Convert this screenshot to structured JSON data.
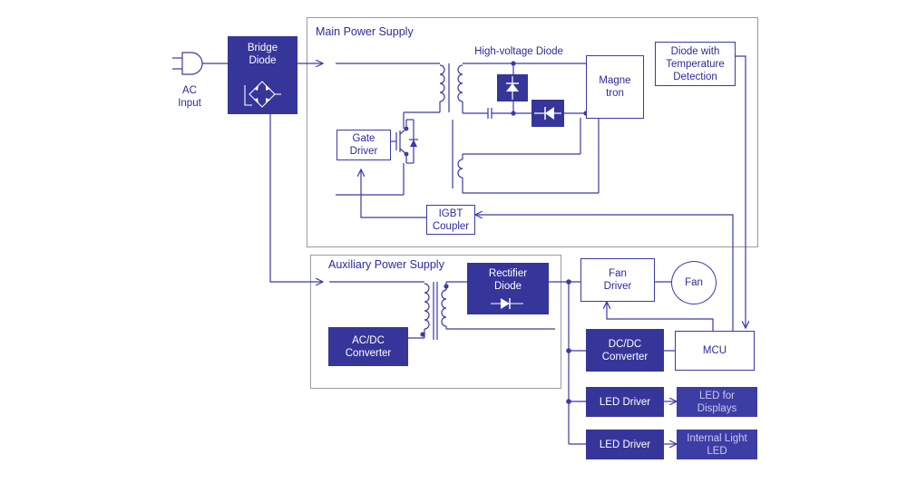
{
  "colors": {
    "accent": "#35359a",
    "line": "#3a3aa8",
    "frame": "#9a9aa6",
    "text": "#2b2b9a"
  },
  "frames": {
    "main": "Main Power Supply",
    "aux": "Auxiliary Power Supply"
  },
  "labels": {
    "ac_input": "AC\nInput",
    "hv_diode": "High-voltage Diode"
  },
  "blocks": {
    "bridge": "Bridge\nDiode",
    "gate_driver": "Gate\nDriver",
    "magnetron": "Magne\ntron",
    "temp_diode": "Diode with\nTemperature\nDetection",
    "igbt_coupler": "IGBT\nCoupler",
    "rectifier": "Rectifier\nDiode",
    "acdc": "AC/DC\nConverter",
    "fan_driver": "Fan\nDriver",
    "fan": "Fan",
    "dcdc": "DC/DC\nConverter",
    "mcu": "MCU",
    "led_driver_1": "LED Driver",
    "led_displays": "LED for\nDisplays",
    "led_driver_2": "LED Driver",
    "led_internal": "Internal Light\nLED"
  }
}
